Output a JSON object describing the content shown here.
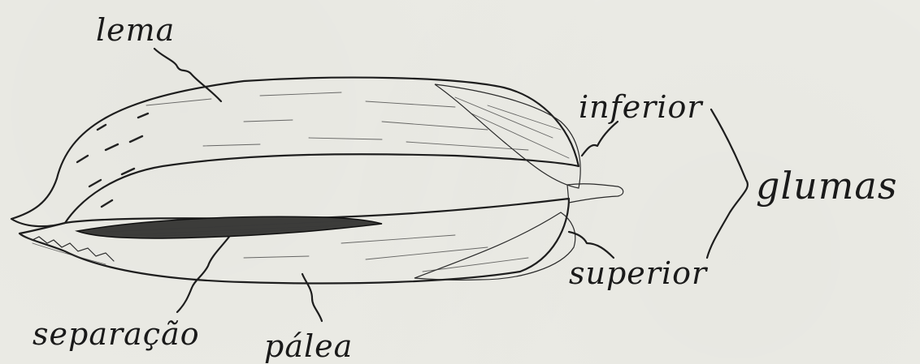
{
  "diagram": {
    "labels": {
      "lema": "lema",
      "inferior": "inferior",
      "glumas": "glumas",
      "superior": "superior",
      "separacao": "separação",
      "palea": "pálea"
    }
  }
}
